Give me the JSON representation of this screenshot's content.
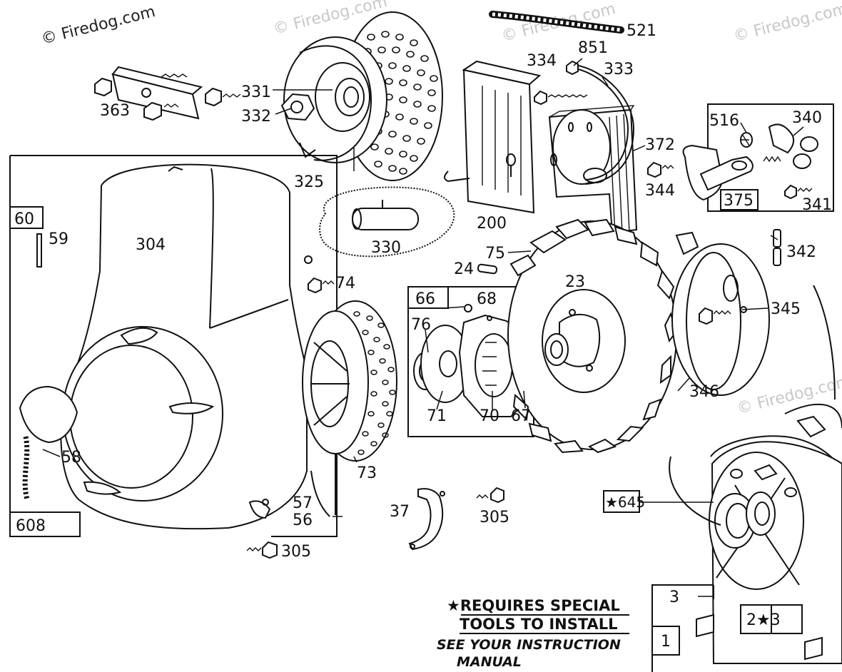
{
  "watermarks": {
    "main": "© Firedog.com",
    "faint": "© Firedog.com"
  },
  "callouts": {
    "p363": "363",
    "p331": "331",
    "p332": "332",
    "p325": "325",
    "p521": "521",
    "p334": "334",
    "p851": "851",
    "p333": "333",
    "p372": "372",
    "p344": "344",
    "p516": "516",
    "p340": "340",
    "p375": "375",
    "p341": "341",
    "p200": "200",
    "p330": "330",
    "p60": "60",
    "p59": "59",
    "p304": "304",
    "p74": "74",
    "p75": "75",
    "p24": "24",
    "p23": "23",
    "p342": "342",
    "p66": "66",
    "p68": "68",
    "p76": "76",
    "p71": "71",
    "p70": "70",
    "p67": "67",
    "p345": "345",
    "p346": "346",
    "p73": "73",
    "p58": "58",
    "p57": "57",
    "p56": "56",
    "p608": "608",
    "p305a": "305",
    "p37": "37",
    "p305b": "305",
    "p645": "★645",
    "p3a": "3",
    "p2s3": "2★3",
    "p1": "1"
  },
  "note": {
    "line1": "★REQUIRES SPECIAL",
    "line2": "TOOLS TO INSTALL",
    "line3": "SEE YOUR INSTRUCTION",
    "line4": "MANUAL"
  }
}
